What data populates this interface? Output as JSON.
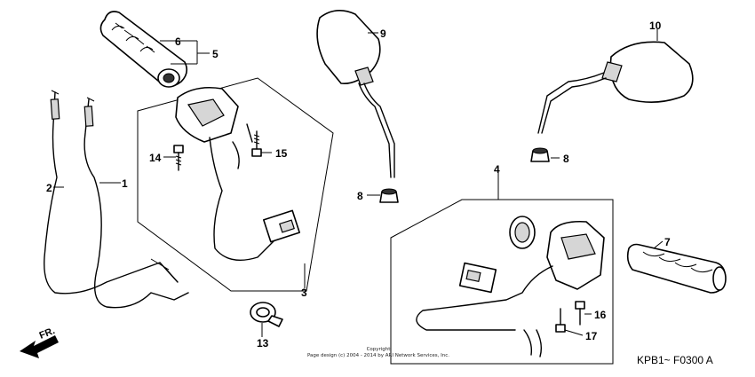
{
  "callouts": {
    "c1": "1",
    "c2": "2",
    "c3": "3",
    "c4": "4",
    "c5": "5",
    "c6": "6",
    "c7": "7",
    "c8a": "8",
    "c8b": "8",
    "c9": "9",
    "c10": "10",
    "c13": "13",
    "c14": "14",
    "c15": "15",
    "c16": "16",
    "c17": "17"
  },
  "direction_label": "FR.",
  "copyright": {
    "line1": "Copyright",
    "line2": "Page design (c) 2004 - 2014 by ARI Network Services, Inc."
  },
  "diagram_code": "KPB1~ F0300 A"
}
